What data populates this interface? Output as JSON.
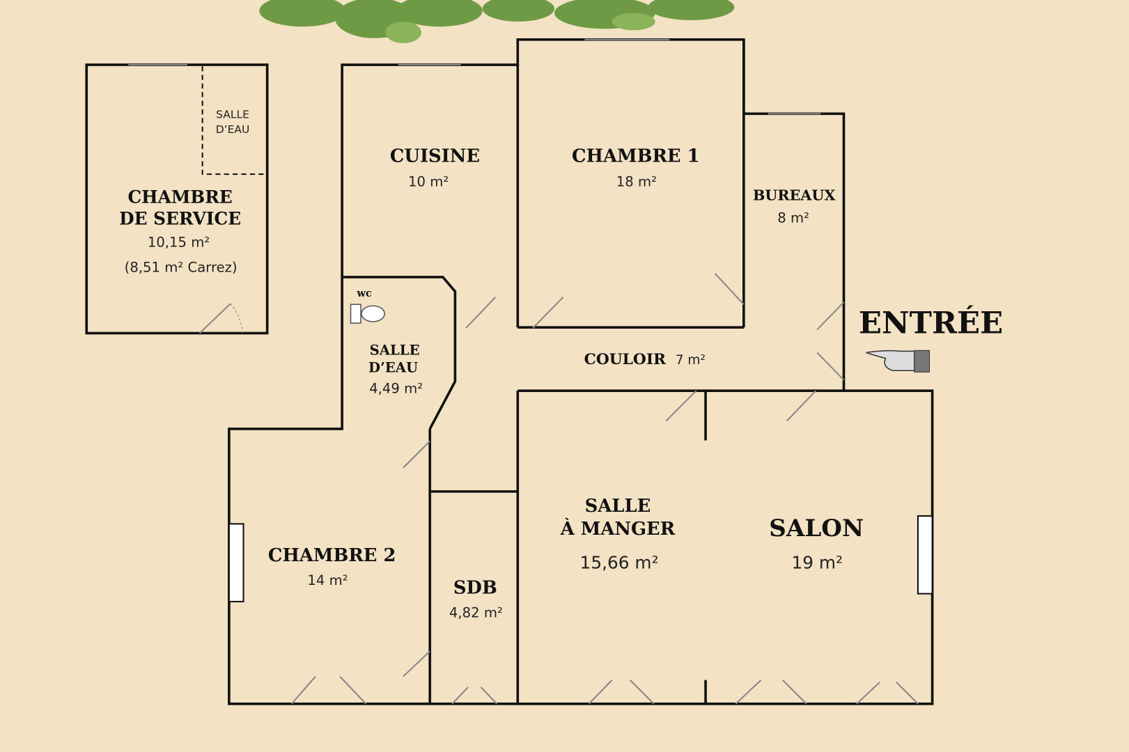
{
  "colors": {
    "background": "#f3e2c4",
    "room_fill": "#f1f1ef",
    "wall": "#111111",
    "foliage": "#6f9a45"
  },
  "entrance": {
    "label": "ENTRÉE",
    "icon": "pointing-hand-icon"
  },
  "rooms": {
    "chambre_service": {
      "name_line1": "CHAMBRE",
      "name_line2": "DE SERVICE",
      "area": "10,15 m²",
      "carrez": "(8,51 m² Carrez)",
      "sub_label_line1": "SALLE",
      "sub_label_line2": "D’EAU"
    },
    "cuisine": {
      "name": "CUISINE",
      "area": "10 m²"
    },
    "chambre1": {
      "name": "CHAMBRE 1",
      "area": "18 m²"
    },
    "bureaux": {
      "name": "BUREAUX",
      "area": "8 m²"
    },
    "wc": {
      "name": "wc"
    },
    "salle_eau": {
      "name_line1": "SALLE",
      "name_line2": "D’EAU",
      "area": "4,49 m²"
    },
    "couloir": {
      "name": "COULOIR",
      "area": "7 m²"
    },
    "chambre2": {
      "name": "CHAMBRE 2",
      "area": "14 m²"
    },
    "sdb": {
      "name": "SDB",
      "area": "4,82 m²"
    },
    "salle_manger": {
      "name_line1": "SALLE",
      "name_line2": "À MANGER",
      "area": "15,66 m²"
    },
    "salon": {
      "name": "SALON",
      "area": "19 m²"
    }
  }
}
